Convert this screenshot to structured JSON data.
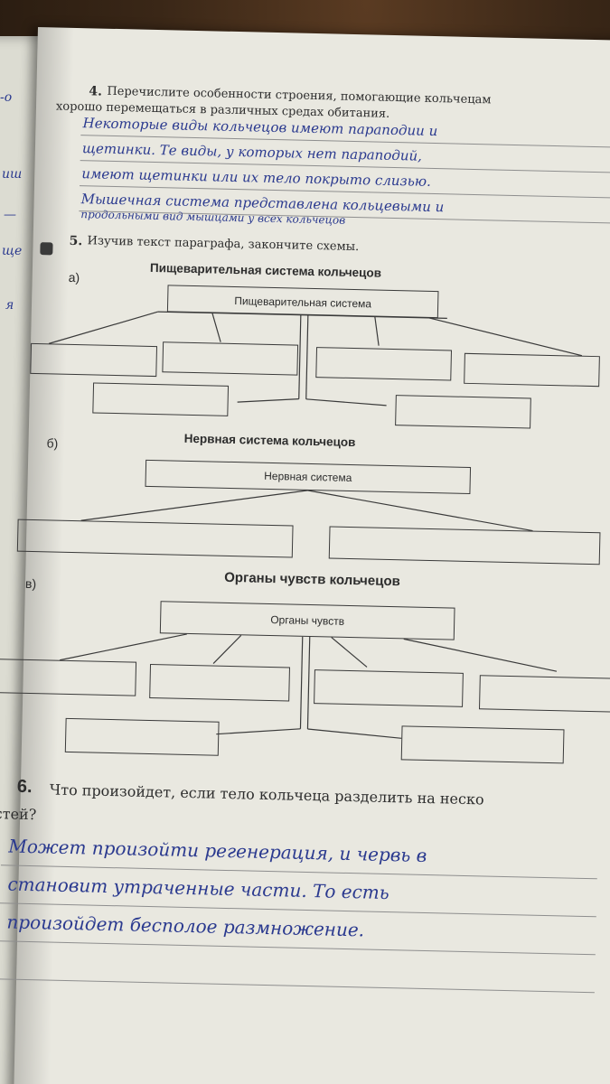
{
  "left_page_fragments": [
    "-о",
    "иш",
    "—",
    "ще",
    "я"
  ],
  "task4": {
    "number": "4.",
    "text_line1": "Перечислите особенности строения, помогающие кольчецам",
    "text_line2": "хорошо перемещаться в различных средах обитания."
  },
  "task4_answer": [
    "Некоторые виды кольчецов имеют параподии и",
    "щетинки. Те виды, у которых нет параподий,",
    "имеют щетинки или их тело покрыто слизью.",
    "Мышечная система представлена кольцевыми и",
    "продольными вид мышцами у всех кольчецов"
  ],
  "task5": {
    "number": "5.",
    "text": "Изучив текст параграфа, закончите схемы."
  },
  "scheme_a": {
    "letter": "а)",
    "title": "Пищеварительная система кольчецов",
    "root": "Пищеварительная система"
  },
  "scheme_b": {
    "letter": "б)",
    "title": "Нервная система кольчецов",
    "root": "Нервная система"
  },
  "scheme_v": {
    "letter": "в)",
    "title": "Органы чувств кольчецов",
    "root": "Органы чувств"
  },
  "task6": {
    "number": "6.",
    "text_line1": "Что произойдет, если тело кольчеца разделить на неско",
    "text_line2": "астей?"
  },
  "task6_answer": [
    "Может произойти регенерация, и червь в",
    "становит утраченные части. То есть",
    "произойдет бесполое размножение."
  ]
}
